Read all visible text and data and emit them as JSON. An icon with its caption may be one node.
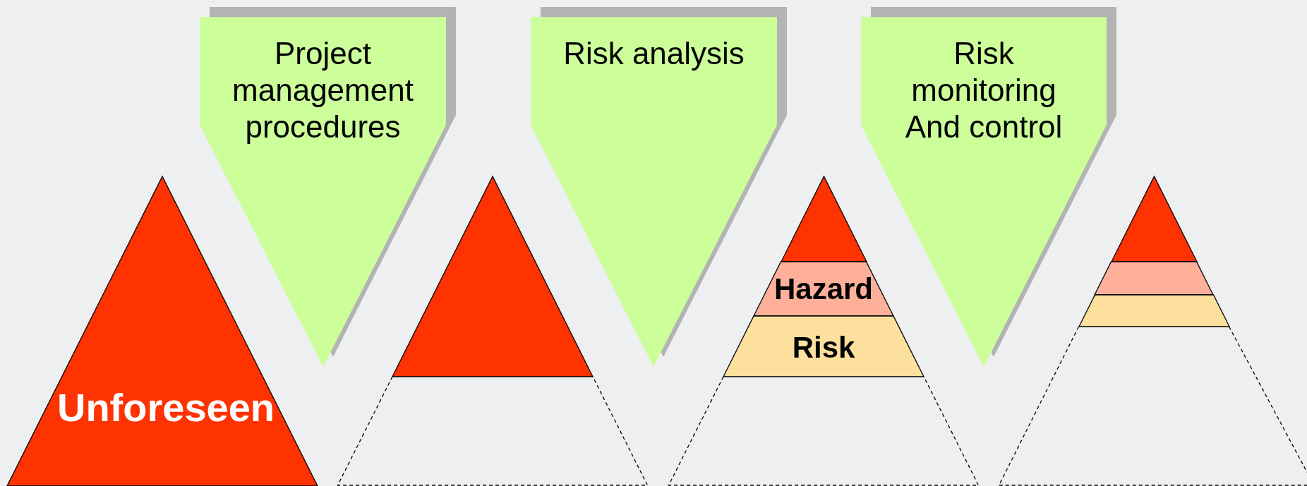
{
  "diagram": {
    "nodes": [
      {
        "text": [
          "Project management procedures"
        ]
      },
      {
        "text": [
          "Risk analysis"
        ]
      },
      {
        "text": [
          "Risk monitoring And control"
        ]
      },
      {
        "text": [
          "Unforeseen"
        ]
      },
      {
        "text": [],
        "shape": "triangle"
      },
      {
        "text": [],
        "shape": "triangle"
      },
      {
        "text": [
          "Hazard"
        ]
      },
      {
        "text": [
          "Risk"
        ]
      },
      {
        "text": [],
        "shape": "triangle"
      },
      {
        "text": [],
        "shape": "bar"
      },
      {
        "text": [],
        "shape": "bar"
      }
    ]
  }
}
